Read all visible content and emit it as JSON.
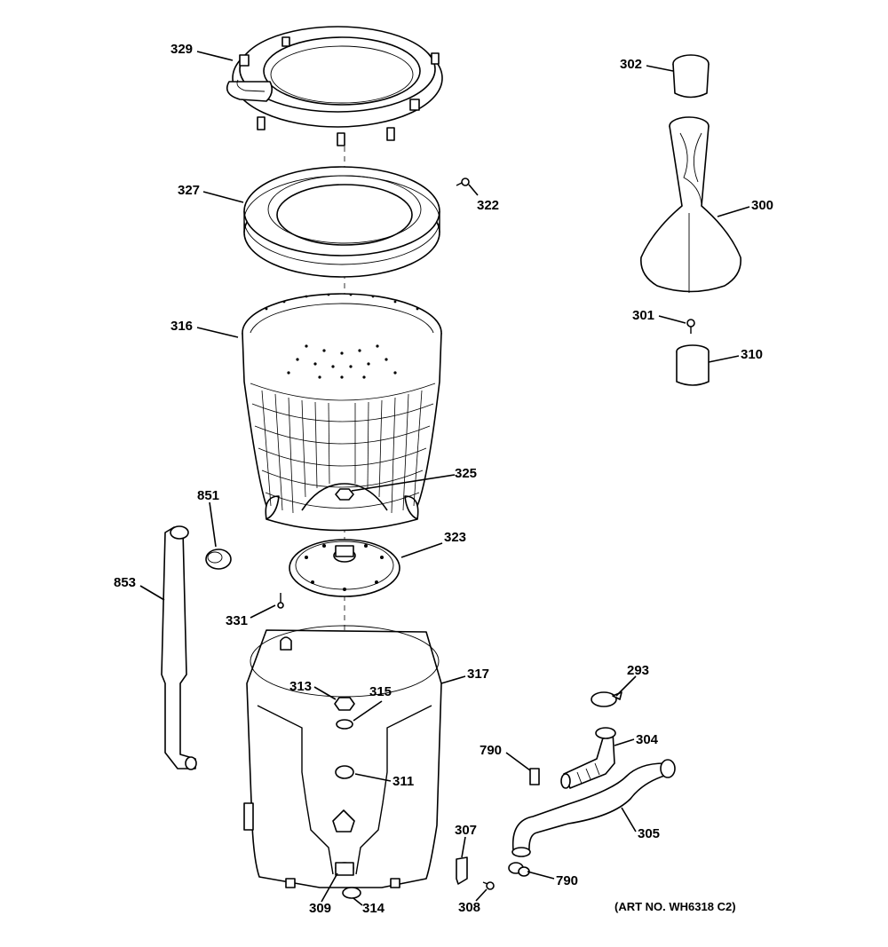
{
  "parts": [
    {
      "id": "p329",
      "label": "329"
    },
    {
      "id": "p327",
      "label": "327"
    },
    {
      "id": "p322",
      "label": "322"
    },
    {
      "id": "p316",
      "label": "316"
    },
    {
      "id": "p325",
      "label": "325"
    },
    {
      "id": "p323",
      "label": "323"
    },
    {
      "id": "p851",
      "label": "851"
    },
    {
      "id": "p853",
      "label": "853"
    },
    {
      "id": "p331",
      "label": "331"
    },
    {
      "id": "p317",
      "label": "317"
    },
    {
      "id": "p313",
      "label": "313"
    },
    {
      "id": "p315",
      "label": "315"
    },
    {
      "id": "p311",
      "label": "311"
    },
    {
      "id": "p309",
      "label": "309"
    },
    {
      "id": "p314",
      "label": "314"
    },
    {
      "id": "p302",
      "label": "302"
    },
    {
      "id": "p300",
      "label": "300"
    },
    {
      "id": "p301",
      "label": "301"
    },
    {
      "id": "p310",
      "label": "310"
    },
    {
      "id": "p293",
      "label": "293"
    },
    {
      "id": "p304",
      "label": "304"
    },
    {
      "id": "p790a",
      "label": "790"
    },
    {
      "id": "p790b",
      "label": "790"
    },
    {
      "id": "p305",
      "label": "305"
    },
    {
      "id": "p307",
      "label": "307"
    },
    {
      "id": "p308",
      "label": "308"
    }
  ],
  "art_number": "(ART NO. WH6318 C2)"
}
